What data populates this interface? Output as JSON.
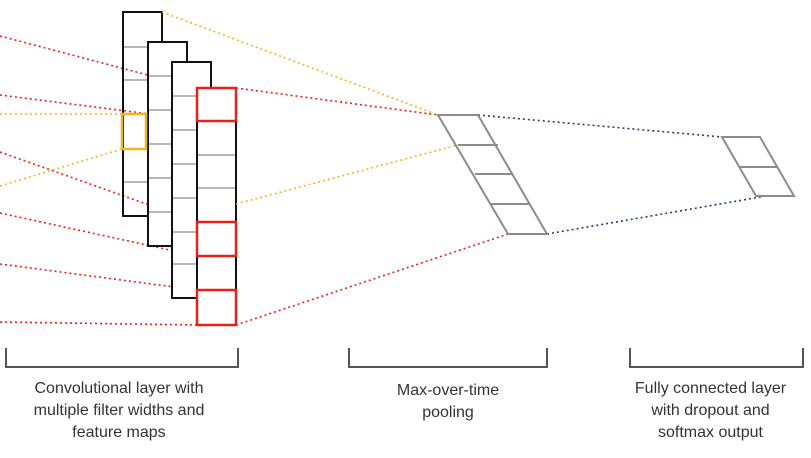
{
  "captions": {
    "convolutional": {
      "line1": "Convolutional layer with",
      "line2": "multiple filter widths and",
      "line3": "feature maps"
    },
    "pooling": {
      "line1": "Max-over-time",
      "line2": "pooling"
    },
    "fully_connected": {
      "line1": "Fully connected layer",
      "line2": "with dropout and",
      "line3": "softmax output"
    }
  },
  "colors": {
    "red": "#e8201a",
    "yellow": "#f2b51c",
    "navy": "#2a3b6e",
    "gray": "#8c8c8c",
    "black": "#111111"
  }
}
